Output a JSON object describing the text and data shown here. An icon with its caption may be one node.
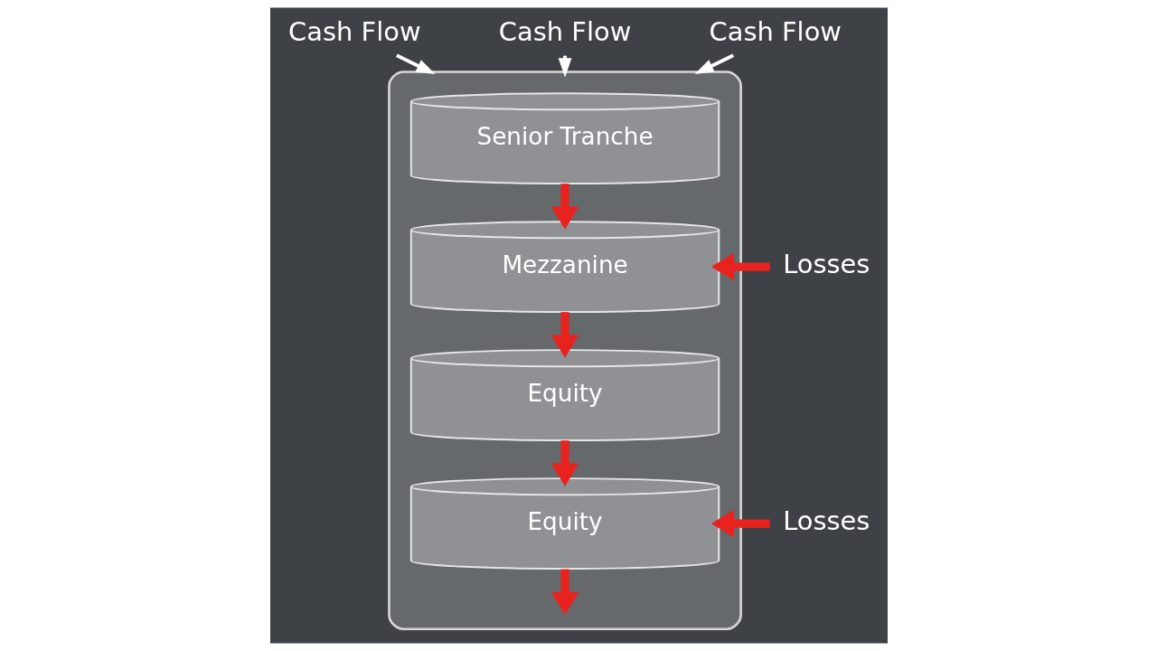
{
  "diagram": {
    "nodes": [
      {
        "text": [
          "Cash Flow"
        ]
      },
      {
        "text": [
          "Cash Flow"
        ]
      },
      {
        "text": [
          "Cash Flow"
        ]
      },
      {
        "text": [],
        "shape": "cylinder"
      },
      {
        "text": [
          "Senior Tranche"
        ],
        "in": 3
      },
      {
        "text": [
          "Mezzanine"
        ],
        "in": 3
      },
      {
        "text": [
          "Equity"
        ],
        "in": 3
      },
      {
        "text": [
          "Equity"
        ],
        "in": 3
      },
      {
        "text": [
          "Losses"
        ]
      },
      {
        "text": [
          "Losses"
        ]
      }
    ],
    "edges": [
      {
        "from": 0,
        "to": 3,
        "arrow": "to",
        "color": "#ffffff"
      },
      {
        "from": 1,
        "to": 3,
        "arrow": "to",
        "color": "#ffffff"
      },
      {
        "from": 2,
        "to": 3,
        "arrow": "to",
        "color": "#ffffff"
      },
      {
        "from": 4,
        "to": 5,
        "arrow": "to"
      },
      {
        "from": 5,
        "to": 6,
        "arrow": "to"
      },
      {
        "from": 6,
        "to": 7,
        "arrow": "to"
      },
      {
        "from": 7,
        "to": null,
        "arrow": "to"
      },
      {
        "from": 8,
        "to": 5,
        "arrow": "to"
      },
      {
        "from": 9,
        "to": 7,
        "arrow": "to"
      }
    ]
  }
}
